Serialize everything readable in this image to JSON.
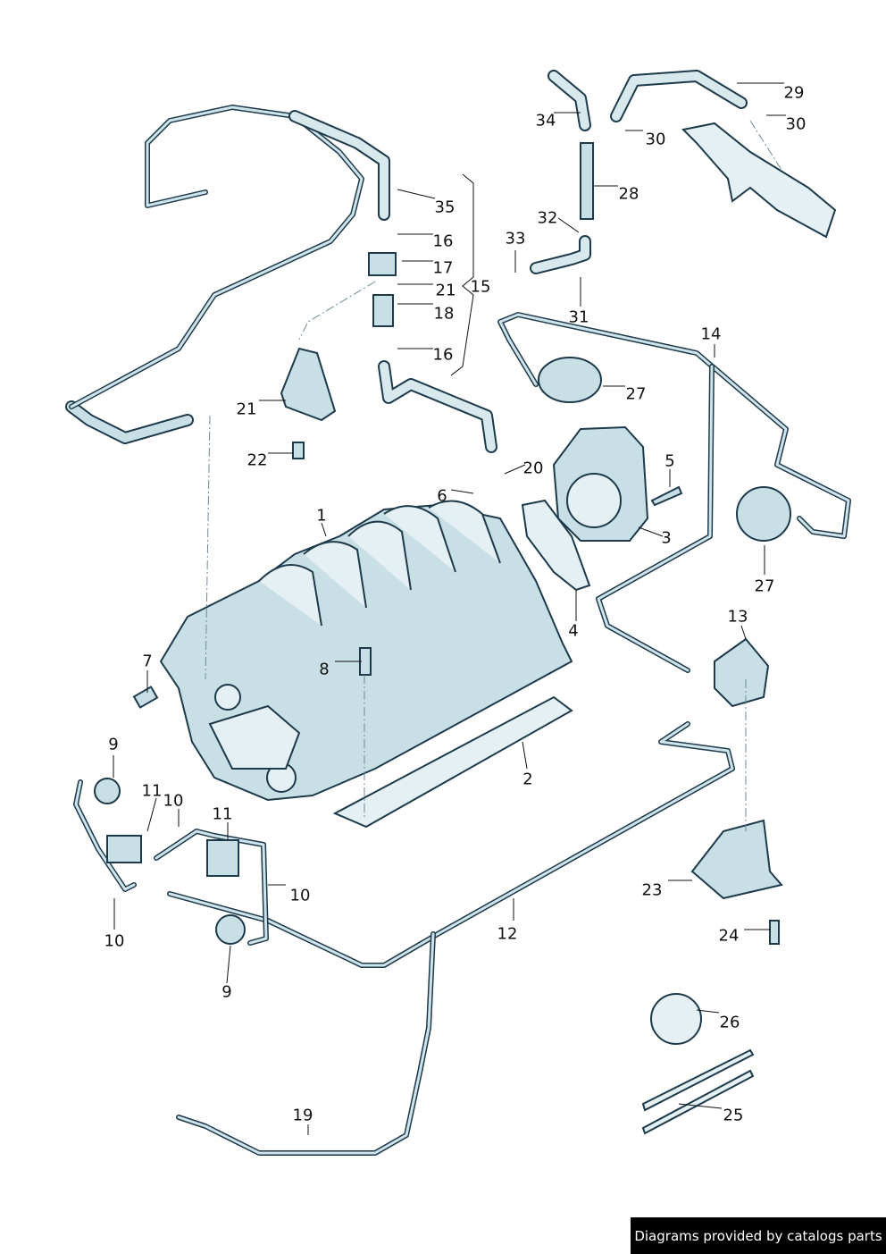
{
  "callouts": [
    "1",
    "2",
    "3",
    "4",
    "5",
    "6",
    "7",
    "8",
    "9",
    "9",
    "10",
    "10",
    "10",
    "11",
    "11",
    "12",
    "13",
    "14",
    "15",
    "16",
    "16",
    "17",
    "18",
    "19",
    "20",
    "21",
    "21",
    "22",
    "23",
    "24",
    "25",
    "26",
    "27",
    "27",
    "28",
    "29",
    "30",
    "30",
    "31",
    "32",
    "33",
    "34",
    "35"
  ],
  "credit": "Diagrams provided by catalogs parts"
}
